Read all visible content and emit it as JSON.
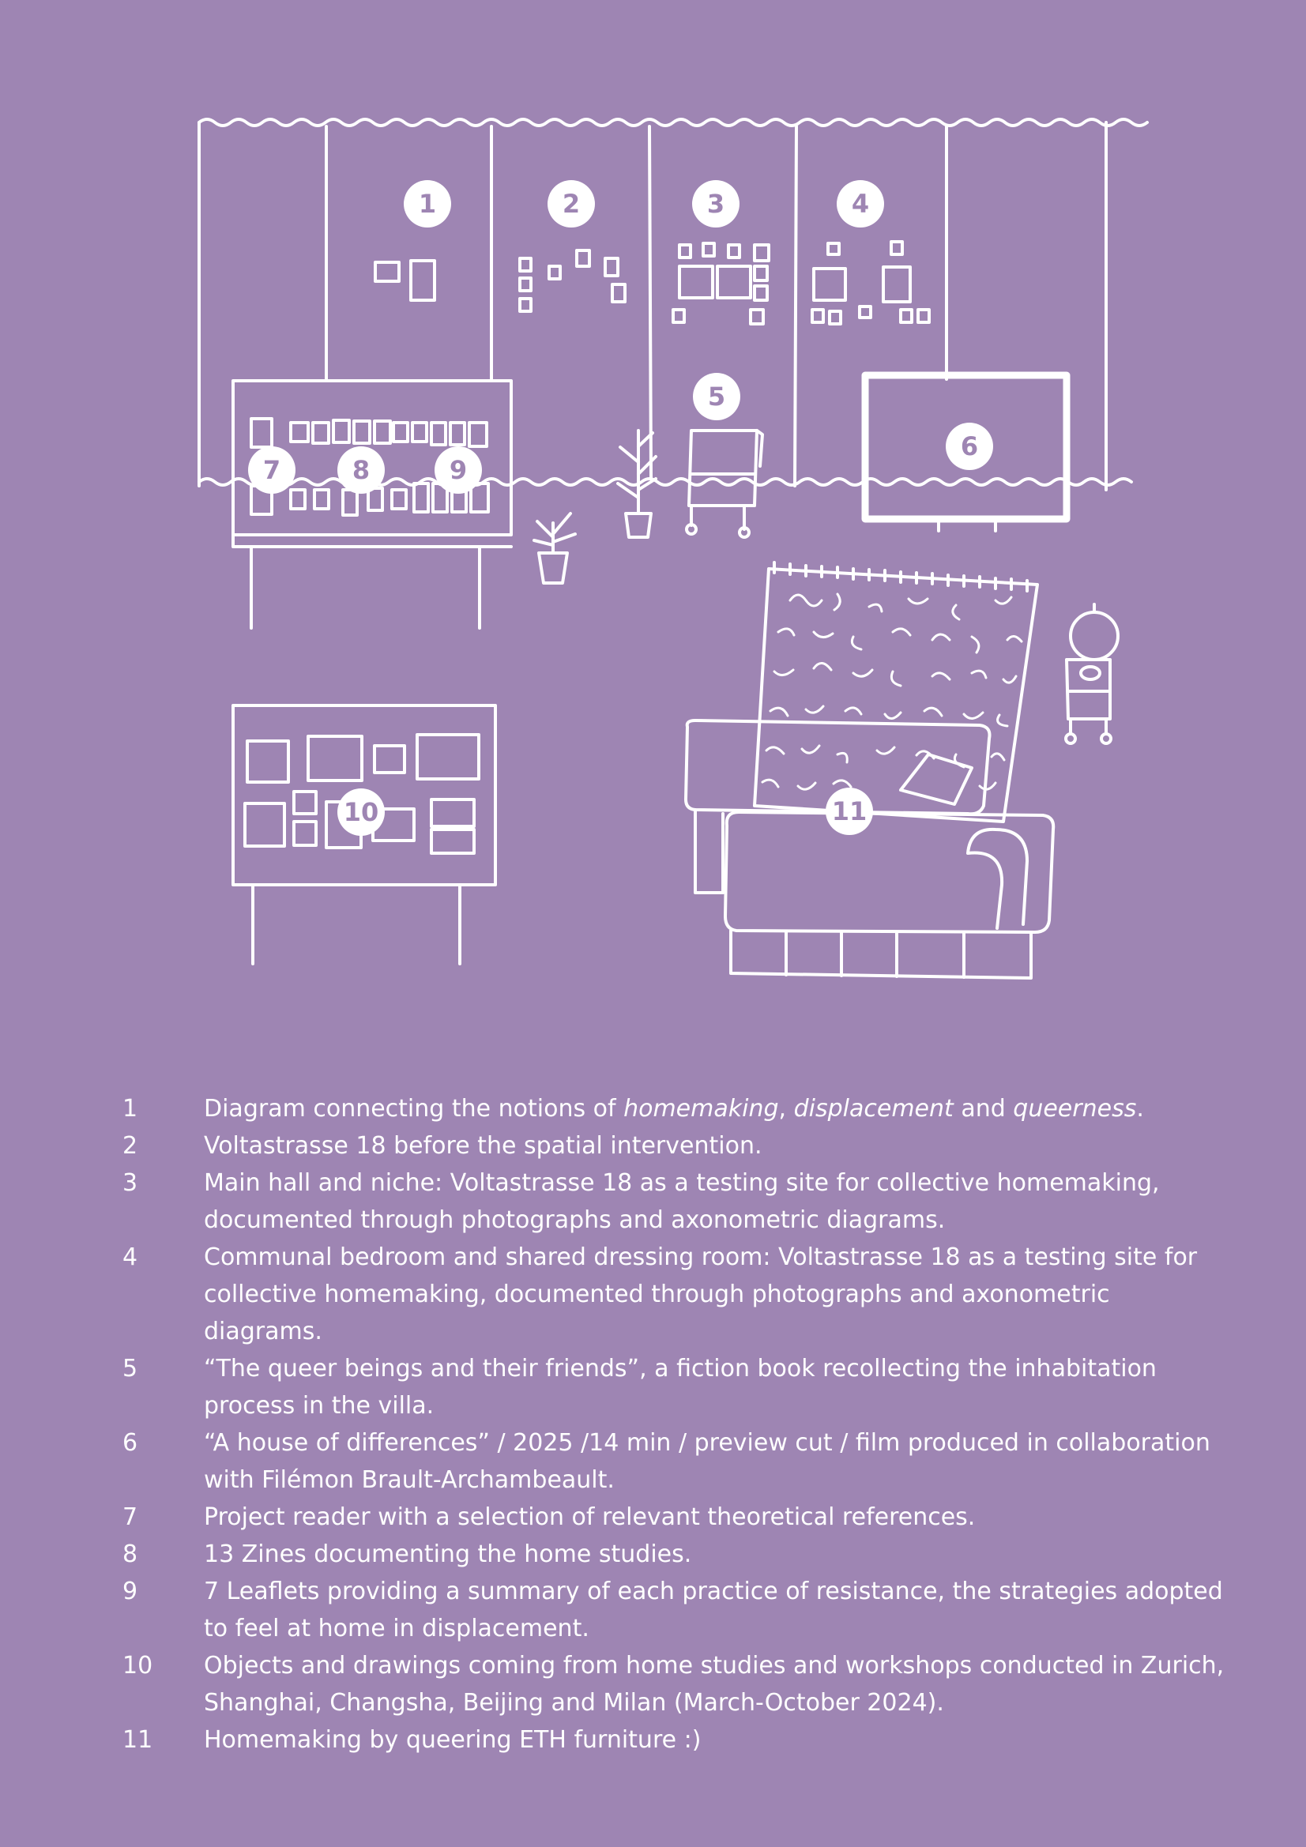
{
  "markers": [
    "1",
    "2",
    "3",
    "4",
    "5",
    "6",
    "7",
    "8",
    "9",
    "10",
    "11"
  ],
  "legend": [
    {
      "num": "1",
      "parts": [
        {
          "t": "Diagram connecting the notions of ",
          "i": false
        },
        {
          "t": "homemaking",
          "i": true
        },
        {
          "t": ", ",
          "i": false
        },
        {
          "t": "displacement",
          "i": true
        },
        {
          "t": " and ",
          "i": false
        },
        {
          "t": "queerness",
          "i": true
        },
        {
          "t": ".",
          "i": false
        }
      ]
    },
    {
      "num": "2",
      "parts": [
        {
          "t": "Voltastrasse 18 before the spatial intervention.",
          "i": false
        }
      ]
    },
    {
      "num": "3",
      "parts": [
        {
          "t": "Main hall and niche: Voltastrasse 18 as a testing site for collective homemaking, documented through photographs and axonometric diagrams.",
          "i": false
        }
      ]
    },
    {
      "num": "4",
      "parts": [
        {
          "t": "Communal bedroom and shared dressing room: Voltastrasse 18 as a testing site for collective homemaking, documented through photographs and axonometric diagrams.",
          "i": false
        }
      ]
    },
    {
      "num": "5",
      "parts": [
        {
          "t": "“The queer beings and their friends”, a fiction book recollecting the inhabitation process in the villa.",
          "i": false
        }
      ]
    },
    {
      "num": "6",
      "parts": [
        {
          "t": "“A house of differences” / 2025 /14 min / preview cut / film produced in collaboration with Filémon Brault-Archambeault.",
          "i": false
        }
      ]
    },
    {
      "num": "7",
      "parts": [
        {
          "t": "Project reader with a selection of relevant theoretical references.",
          "i": false
        }
      ]
    },
    {
      "num": "8",
      "parts": [
        {
          "t": "13 Zines documenting the home studies.",
          "i": false
        }
      ]
    },
    {
      "num": "9",
      "parts": [
        {
          "t": "7 Leaflets providing a summary of each practice of resistance, the strategies adopted to feel at home in displacement.",
          "i": false
        }
      ]
    },
    {
      "num": "10",
      "parts": [
        {
          "t": "Objects and drawings coming from home studies and workshops conducted in Zurich, Shanghai, Changsha, Beijing and Milan (March-October 2024).",
          "i": false
        }
      ]
    },
    {
      "num": "11",
      "parts": [
        {
          "t": "Homemaking by queering ETH furniture :)",
          "i": false
        }
      ]
    }
  ]
}
